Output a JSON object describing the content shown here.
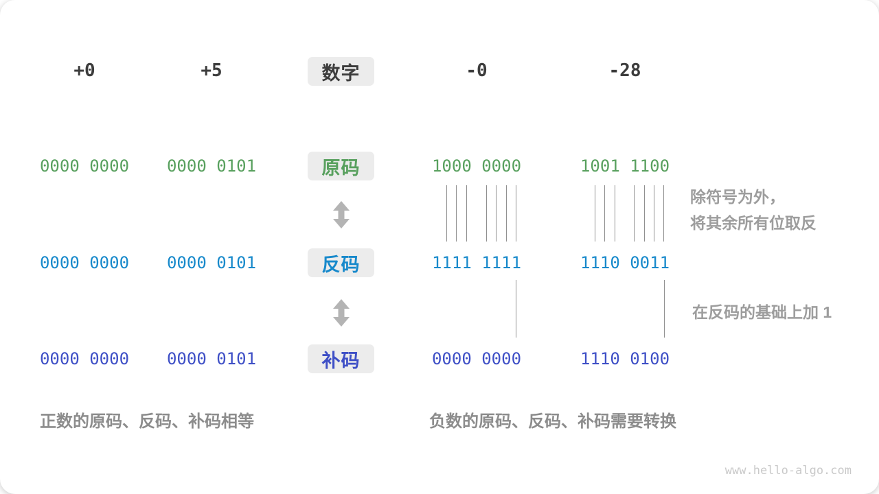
{
  "header": {
    "tag": "数字",
    "cols": [
      "+0",
      "+5",
      "-0",
      "-28"
    ]
  },
  "rows": [
    {
      "label": "原码",
      "color": "#58a05e",
      "values": [
        "0000 0000",
        "0000 0101",
        "1000 0000",
        "1001 1100"
      ]
    },
    {
      "label": "反码",
      "color": "#1789cb",
      "values": [
        "0000 0000",
        "0000 0101",
        "1111 1111",
        "1110 0011"
      ]
    },
    {
      "label": "补码",
      "color": "#3e4fc6",
      "values": [
        "0000 0000",
        "0000 0101",
        "0000 0000",
        "1110 0100"
      ]
    }
  ],
  "annotations": {
    "flip_line1": "除符号为外，",
    "flip_line2": "将其余所有位取反",
    "add_one": "在反码的基础上加 1"
  },
  "captions": {
    "left": "正数的原码、反码、补码相等",
    "right": "负数的原码、反码、补码需要转换"
  },
  "watermark": "www.hello-algo.com",
  "colors": {
    "sign_magnitude_green": "#58a05e",
    "ones_complement_blue": "#1789cb",
    "twos_complement_indigo": "#3e4fc6",
    "header_dark": "#3c3c3c",
    "annotation_gray": "#9d9d9d",
    "caption_gray": "#8c8c8c",
    "tag_background": "#ececec",
    "connector_line": "#909090",
    "arrow_gray": "#b4b4b4",
    "watermark_gray": "#c9c9c9"
  }
}
